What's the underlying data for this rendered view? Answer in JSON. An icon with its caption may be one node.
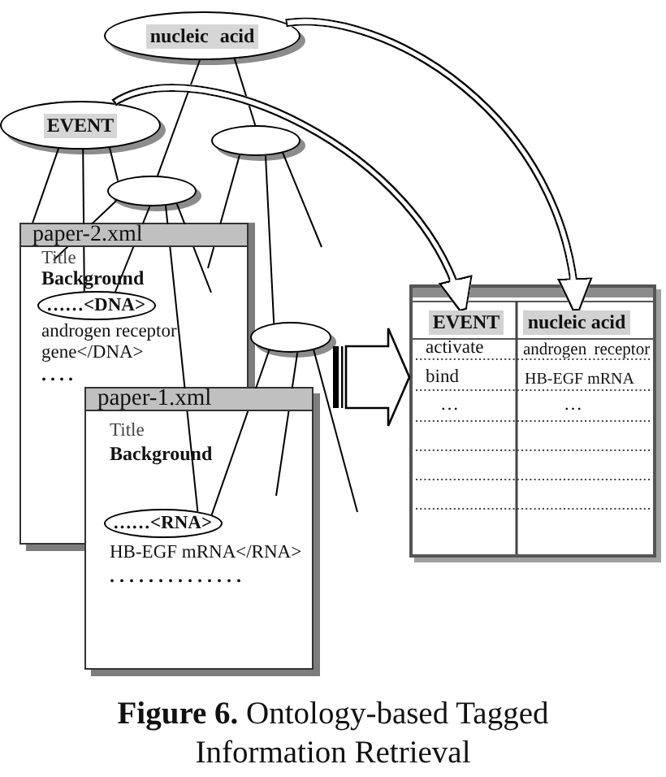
{
  "diagram": {
    "caption": "**Figure 6.** Ontology-based Tagged Information Retrieval",
    "nodes": [
      {
        "text": [
          "nucleic acid"
        ]
      },
      {
        "text": [
          "EVENT"
        ]
      },
      {
        "text": [],
        "shape": "ellipse"
      },
      {
        "text": [],
        "shape": "ellipse"
      },
      {
        "text": [],
        "shape": "ellipse"
      },
      {
        "text": [
          "paper-2.xml",
          "Title",
          "Background",
          "androgen receptor gene</DNA>",
          "...."
        ]
      },
      {
        "text": [
          "……<DNA>"
        ],
        "in": 5
      },
      {
        "text": [
          "paper-1.xml",
          "Title",
          "Background",
          "HB-EGF mRNA</RNA>",
          ".............."
        ]
      },
      {
        "text": [
          "……<RNA>"
        ],
        "in": 7
      },
      {
        "text": [
          "activate",
          "androgen receptor",
          "bind",
          "HB-EGF mRNA",
          "…",
          "…"
        ]
      },
      {
        "text": [
          "EVENT"
        ],
        "in": 9
      },
      {
        "text": [
          "nucleic acid"
        ],
        "in": 9
      }
    ],
    "edges": [
      {
        "from": 0,
        "to": 2,
        "arrow": "none"
      },
      {
        "from": 0,
        "to": 3,
        "arrow": "none"
      },
      {
        "from": 1,
        "to": 5,
        "arrow": "none"
      },
      {
        "from": 1,
        "to": 6,
        "arrow": "none"
      },
      {
        "from": 1,
        "to": 2,
        "arrow": "none"
      },
      {
        "from": 2,
        "to": null,
        "arrow": "none"
      },
      {
        "from": 2,
        "to": 6,
        "arrow": "none"
      },
      {
        "from": 2,
        "to": 8,
        "arrow": "none"
      },
      {
        "from": 2,
        "to": null,
        "arrow": "none"
      },
      {
        "from": 3,
        "to": null,
        "arrow": "none"
      },
      {
        "from": 3,
        "to": 4,
        "arrow": "none"
      },
      {
        "from": 3,
        "to": null,
        "arrow": "none"
      },
      {
        "from": 4,
        "to": 8,
        "arrow": "none"
      },
      {
        "from": 4,
        "to": null,
        "arrow": "none"
      },
      {
        "from": 4,
        "to": null,
        "arrow": "none"
      },
      {
        "from": 0,
        "to": 11,
        "arrow": "to",
        "style": "thick"
      },
      {
        "from": 1,
        "to": 10,
        "arrow": "to",
        "style": "thick"
      },
      {
        "from": null,
        "to": 9,
        "arrow": "to",
        "style": "thick"
      }
    ]
  }
}
